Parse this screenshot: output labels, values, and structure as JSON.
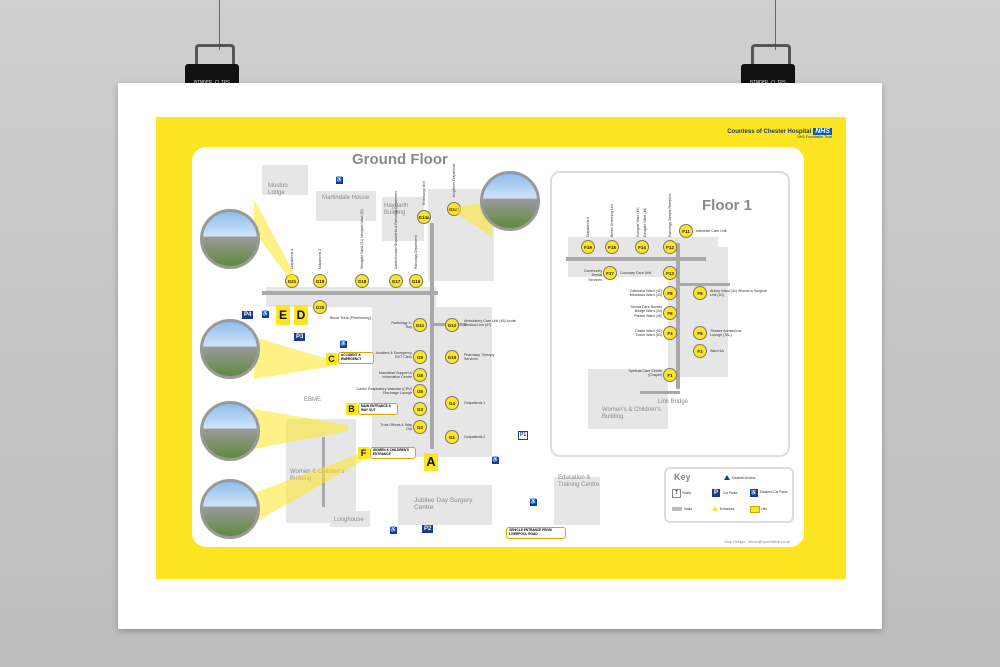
{
  "header": {
    "hospital_name": "Countess of Chester Hospital",
    "nhs_logo": "NHS",
    "trust_name": "NHS Foundation Trust"
  },
  "titles": {
    "ground_floor": "Ground Floor",
    "floor1": "Floor 1"
  },
  "buildings": {
    "moston": "Moston Lodge",
    "martindale": "Martindale House",
    "haygarth": "Haygarth Building",
    "ebme": "EBME",
    "womens_children": "Women & Children's Building",
    "longhouse": "Longhouse",
    "jubilee": "Jubilee Day Surgery Centre",
    "education": "Education & Training Centre",
    "f1_womens": "Women's & Children's Building",
    "link_bridge": "Link Bridge"
  },
  "ground_nodes": {
    "g21": "G21",
    "g19": "G19",
    "g18": "G18",
    "g17": "G17",
    "g16": "G16",
    "g14a": "G14a",
    "g14f": "G14f",
    "g20": "G20",
    "g11": "G11",
    "g12": "G12",
    "g9": "G9",
    "g10": "G10",
    "g8": "G8",
    "g5": "G5",
    "g4": "G4",
    "g3": "G3",
    "g2": "G2",
    "g1": "G1"
  },
  "ground_labels": {
    "outpatients4": "Outpatients 4",
    "outpatients3": "Outpatients 3",
    "wards": "Westgate Ward (51) Newgate Ward (50)",
    "cardio": "Cardiothoracic Outpatients & Pathology Department",
    "pathology": "Pathology Department",
    "endoscopy": "Endoscopy Unit",
    "kingfisher": "Kingfisher Outpatients",
    "blood_tests": "Blood Tests (Phlebotomy)",
    "radiology": "Radiology X-Ray",
    "ambulatory": "Ambulatory Care Unit (46) Acute Medical Unit (47)",
    "ae": "Accident & Emergency DVT Clinic",
    "pharmacy": "Pharmacy Therapy Services",
    "macmillan": "Macmillan Support & Information Centre",
    "cardio_resp": "Cardio Respiratory Vascular (CRV) Discharge Lounge",
    "outpatients1": "Outpatients 1",
    "trust_offices": "Trust Offices & Way Out",
    "outpatients2": "Outpatients 2"
  },
  "entrances": {
    "a": "A",
    "b": "B",
    "c": "C",
    "d": "D",
    "e": "E",
    "f": "F",
    "b_label": "MAIN ENTRANCE & WAY OUT",
    "c_label": "ACCIDENT & EMERGENCY",
    "f_label": "WOMEN & CHILDREN'S ENTRANCE",
    "vehicle": "VEHICLE ENTRANCE FROM LIVERPOOL ROAD"
  },
  "parking": {
    "p4": "P4",
    "p3": "P3",
    "p2": "P2",
    "p1": "P1",
    "disabled_icon": "♿"
  },
  "floor1_nodes": {
    "f19": "F19",
    "f18": "F18",
    "f14": "F14",
    "f12": "F12",
    "f11": "F11",
    "f17": "F17",
    "f13": "F13",
    "f8": "F8",
    "f9": "F9",
    "f6": "F6",
    "f4": "F4",
    "f5": "F5",
    "f3": "F3",
    "f1": "F1"
  },
  "floor1_labels": {
    "outpatients6": "Outpatients 6",
    "breast": "Breast Screening Unit",
    "foregate": "Foregate Ward (49)",
    "eastgate": "Eastgate Ward (48)",
    "pathology_reception": "Pathology Sample Reception",
    "icu": "Intensive Care Unit",
    "community_dental": "Community Dental Services",
    "coronary": "Coronary Care Unit",
    "cathedral": "Cathedral Ward (42) Meadows Ward (43)",
    "abbey": "Abbey Ward (41) Women's Surgical Unit (40)",
    "stoma": "Stoma Care Nurses Bridge Ward (44) Palace Ward (45)",
    "castle": "Castle Ward (52) Tower Ward (53)",
    "theatre": "Theatre Admissions Lounge (TAL)",
    "ward5a": "Ward 5A",
    "spiritual": "Spiritual Care Centre (Chapel)"
  },
  "key": {
    "title": "Key",
    "disabled_access": "Disabled Access",
    "toilets": "Toilets",
    "car_parks": "Car Parks",
    "disabled_parking": "Disabled Car Parks",
    "stairs": "Stairs",
    "entrances": "Entrances",
    "lifts": "Lifts",
    "toilet_glyph": "T",
    "car_glyph": "P",
    "disabled_glyph": "♿"
  },
  "credit": "Map Design - lemon@opcreative.co.uk",
  "clip_text": "BINDER CLIPS"
}
